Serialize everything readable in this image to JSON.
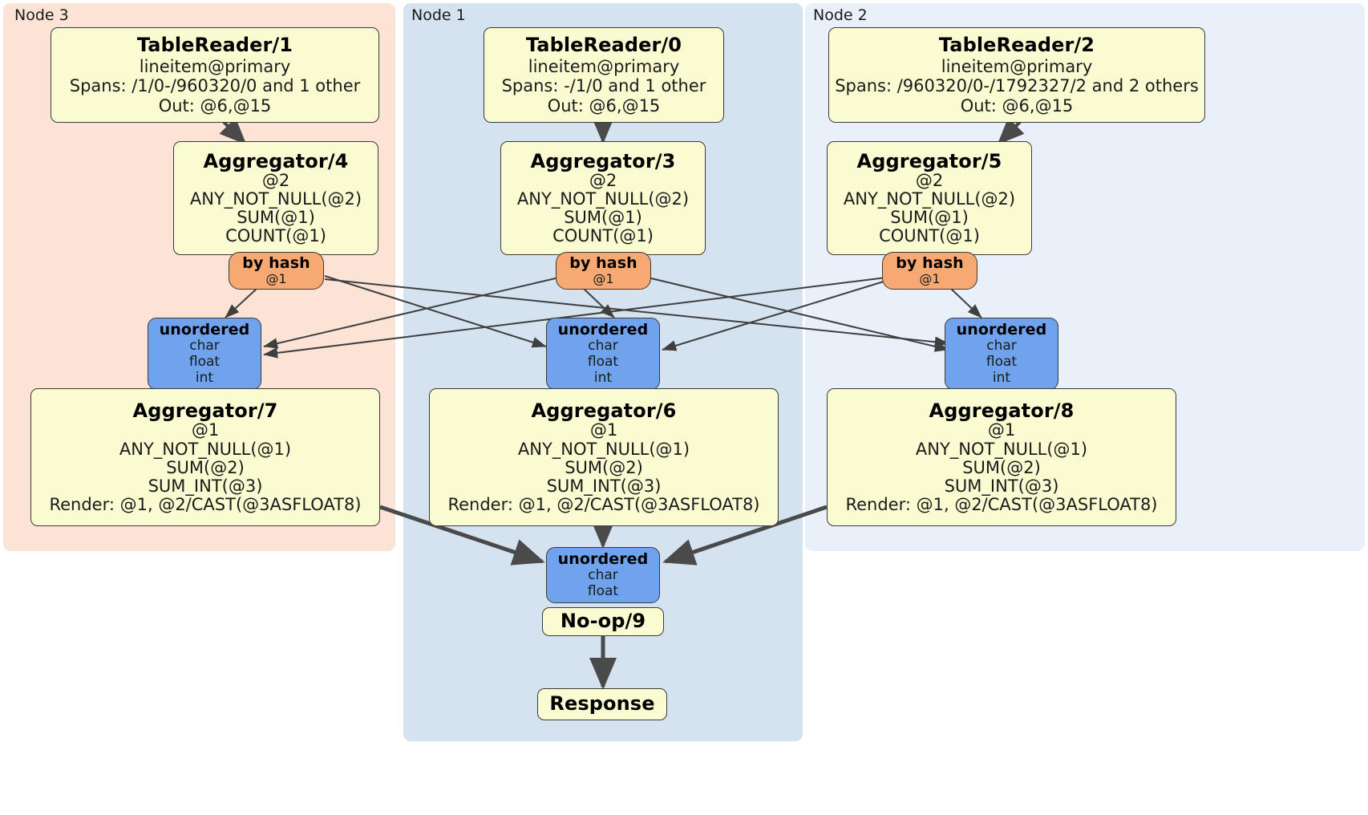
{
  "diagram": {
    "title": "Distributed query execution plan",
    "colors": {
      "node3_bg": "#fbe3d6",
      "node1_bg": "#d4e3ef",
      "node2_bg": "#eaf0fa",
      "processor_bg": "#fbfbd2",
      "router_bg": "#f6a971",
      "stream_bg": "#6fa3ee",
      "edge": "#4a4a4a",
      "thin_edge": "#3f3f3f",
      "border": "#3a3a3a"
    }
  },
  "regions": [
    {
      "id": "node3",
      "label": "Node 3"
    },
    {
      "id": "node1",
      "label": "Node 1"
    },
    {
      "id": "node2",
      "label": "Node 2"
    }
  ],
  "boxes": {
    "table_reader_1": {
      "title": "TableReader/1",
      "lines": [
        "lineitem@primary",
        "Spans: /1/0-/960320/0 and 1 other",
        "Out: @6,@15"
      ]
    },
    "table_reader_0": {
      "title": "TableReader/0",
      "lines": [
        "lineitem@primary",
        "Spans: -/1/0 and 1 other",
        "Out: @6,@15"
      ]
    },
    "table_reader_2": {
      "title": "TableReader/2",
      "lines": [
        "lineitem@primary",
        "Spans: /960320/0-/1792327/2 and 2 others",
        "Out: @6,@15"
      ]
    },
    "aggregator_4": {
      "title": "Aggregator/4",
      "lines": [
        "@2",
        "ANY_NOT_NULL(@2)",
        "SUM(@1)",
        "COUNT(@1)"
      ]
    },
    "aggregator_3": {
      "title": "Aggregator/3",
      "lines": [
        "@2",
        "ANY_NOT_NULL(@2)",
        "SUM(@1)",
        "COUNT(@1)"
      ]
    },
    "aggregator_5": {
      "title": "Aggregator/5",
      "lines": [
        "@2",
        "ANY_NOT_NULL(@2)",
        "SUM(@1)",
        "COUNT(@1)"
      ]
    },
    "router_left": {
      "title": "by hash",
      "lines": [
        "@1"
      ]
    },
    "router_center": {
      "title": "by hash",
      "lines": [
        "@1"
      ]
    },
    "router_right": {
      "title": "by hash",
      "lines": [
        "@1"
      ]
    },
    "stream_left": {
      "title": "unordered",
      "lines": [
        "char",
        "float",
        "int"
      ]
    },
    "stream_center": {
      "title": "unordered",
      "lines": [
        "char",
        "float",
        "int"
      ]
    },
    "stream_right": {
      "title": "unordered",
      "lines": [
        "char",
        "float",
        "int"
      ]
    },
    "aggregator_7": {
      "title": "Aggregator/7",
      "lines": [
        "@1",
        "ANY_NOT_NULL(@1)",
        "SUM(@2)",
        "SUM_INT(@3)",
        "Render: @1, @2/CAST(@3ASFLOAT8)"
      ]
    },
    "aggregator_6": {
      "title": "Aggregator/6",
      "lines": [
        "@1",
        "ANY_NOT_NULL(@1)",
        "SUM(@2)",
        "SUM_INT(@3)",
        "Render: @1, @2/CAST(@3ASFLOAT8)"
      ]
    },
    "aggregator_8": {
      "title": "Aggregator/8",
      "lines": [
        "@1",
        "ANY_NOT_NULL(@1)",
        "SUM(@2)",
        "SUM_INT(@3)",
        "Render: @1, @2/CAST(@3ASFLOAT8)"
      ]
    },
    "stream_final": {
      "title": "unordered",
      "lines": [
        "char",
        "float"
      ]
    },
    "noop_9": {
      "title": "No-op/9",
      "lines": []
    },
    "response": {
      "title": "Response",
      "lines": []
    }
  }
}
